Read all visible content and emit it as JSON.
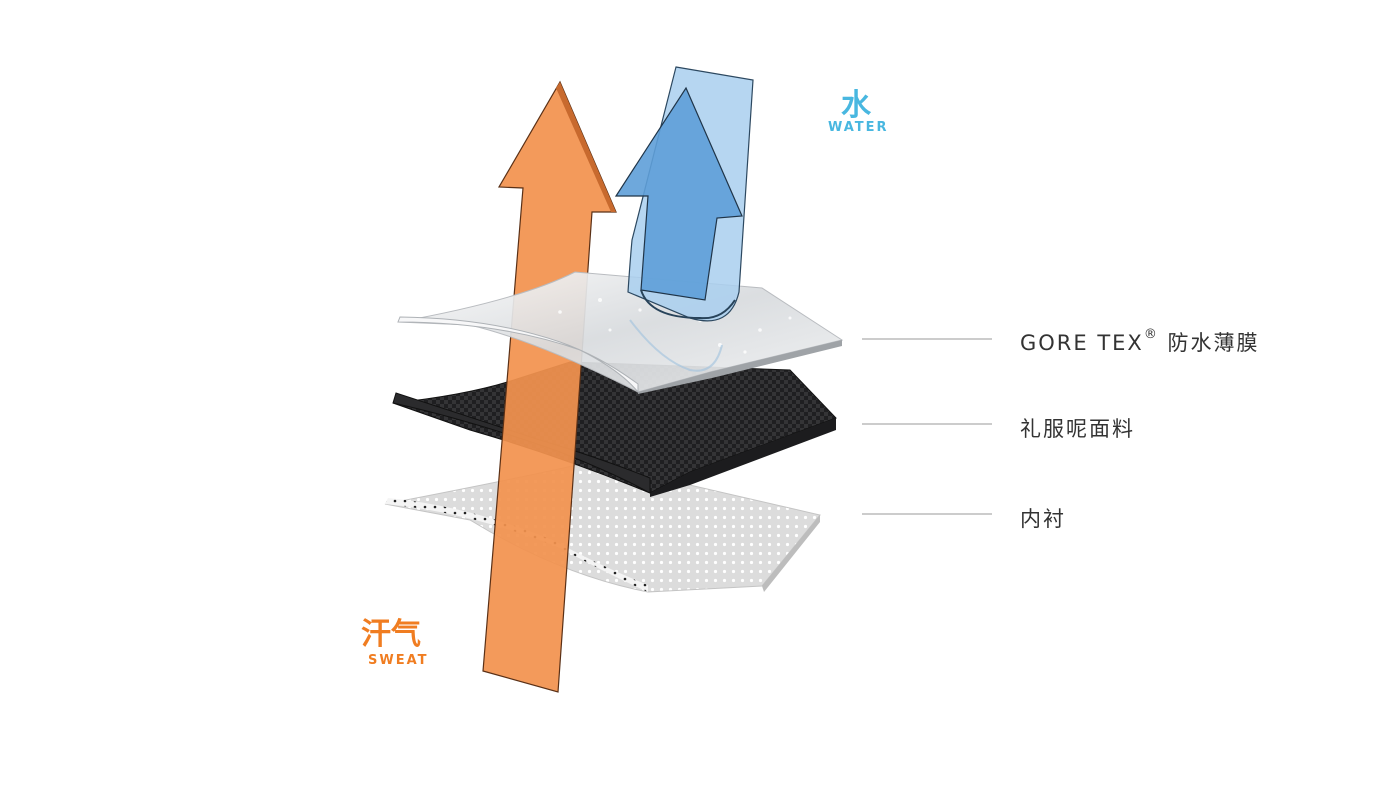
{
  "water": {
    "label_cn": "水",
    "label_en": "WATER"
  },
  "sweat": {
    "label_cn": "汗气",
    "label_en": "SWEAT"
  },
  "layers": [
    {
      "name": "GORE TEX",
      "mark": "®",
      "suffix": " 防水薄膜"
    },
    {
      "name": "礼服呢面料"
    },
    {
      "name": "内衬"
    }
  ],
  "colors": {
    "water_text": "#48b7e0",
    "sweat_text": "#f07d21",
    "sweat_arrow": "#f2924f",
    "water_arrow": "#8ec4ea",
    "membrane": "#e6e8ea",
    "fabric": "#2e2e30",
    "lining": "#d9d9d9"
  },
  "icons": [
    "sweat-arrow",
    "water-arrow",
    "membrane-layer",
    "fabric-layer",
    "lining-layer"
  ]
}
